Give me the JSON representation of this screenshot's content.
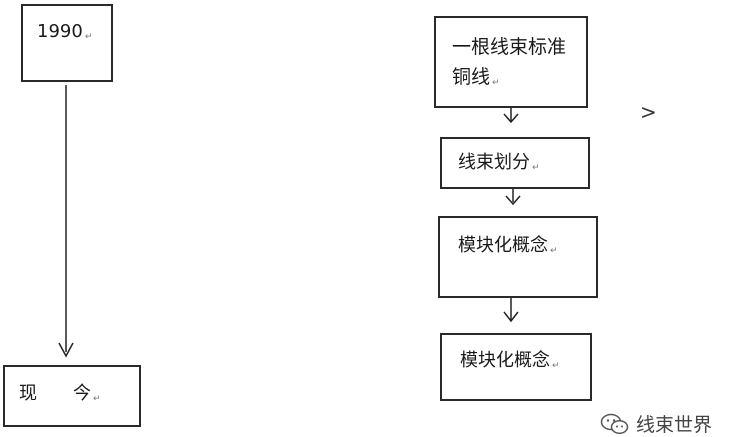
{
  "left": {
    "top_year": "1990",
    "bottom_label": "现　　今"
  },
  "right": {
    "box1": "一根线束标准铜线",
    "box2": "线束划分",
    "box3": "模块化概念",
    "box4": "模块化概念"
  },
  "symbol": ">",
  "para_mark": "↵",
  "watermark": "线束世界"
}
